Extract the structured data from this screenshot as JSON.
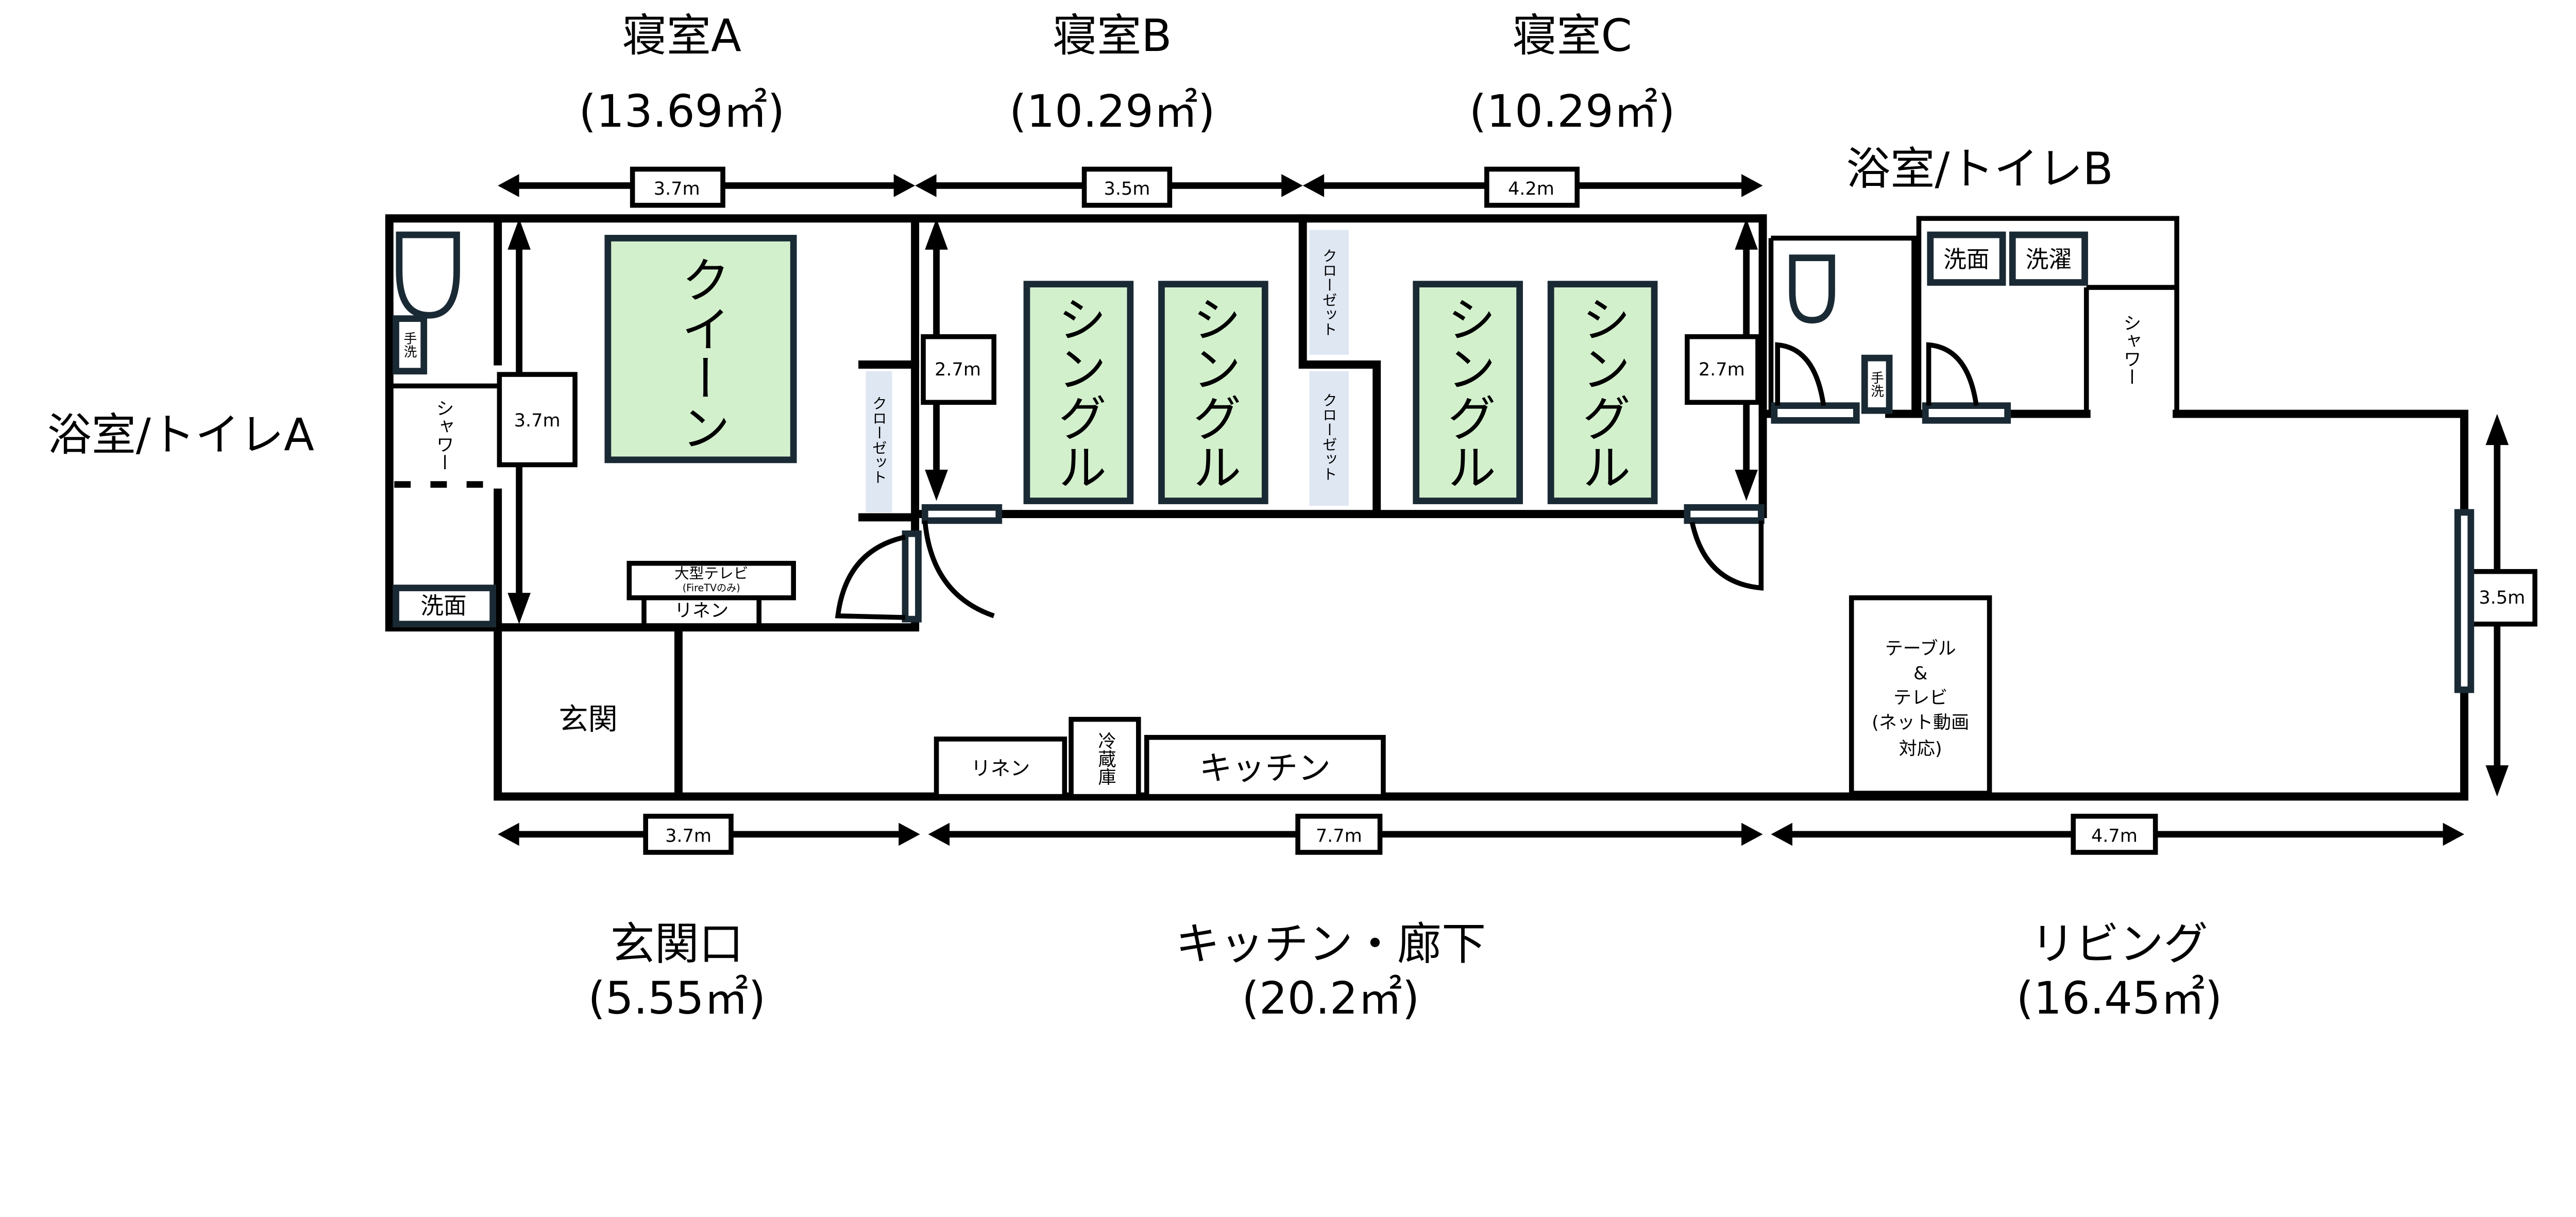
{
  "rooms": {
    "bedroom_a": {
      "name": "寝室A",
      "area": "(13.69㎡)"
    },
    "bedroom_b": {
      "name": "寝室B",
      "area": "(10.29㎡)"
    },
    "bedroom_c": {
      "name": "寝室C",
      "area": "(10.29㎡)"
    },
    "bath_a": {
      "name": "浴室/トイレA"
    },
    "bath_b": {
      "name": "浴室/トイレB"
    },
    "entrance": {
      "name": "玄関口",
      "area": "(5.55㎡)"
    },
    "kitchen_hall": {
      "name": "キッチン・廊下",
      "area": "(20.2㎡)"
    },
    "living": {
      "name": "リビング",
      "area": "(16.45㎡)"
    }
  },
  "dimensions": {
    "a_width": "3.7m",
    "b_width": "3.5m",
    "c_width": "4.2m",
    "a_depth": "3.7m",
    "b_depth": "2.7m",
    "c_depth": "2.7m",
    "entrance_width": "3.7m",
    "kitchen_width": "7.7m",
    "living_width": "4.7m",
    "living_depth": "3.5m"
  },
  "furniture": {
    "queen": "クイーン",
    "single": "シングル",
    "closet": "クローゼット",
    "tv_large": "大型テレビ",
    "tv_note": "(FireTVのみ)",
    "linen": "リネン",
    "washbasin": "洗面",
    "laundry": "洗濯",
    "shower": "シャワー",
    "handwash": "手洗",
    "genkan": "玄関",
    "fridge": "冷蔵庫",
    "kitchen": "キッチン",
    "table_lines": [
      "テーブル",
      "&",
      "テレビ",
      "(ネット動画",
      "対応)"
    ]
  },
  "colors": {
    "bed": "#d3f0cc",
    "closet": "#dfe7f3",
    "fixture": "#1a2a35"
  }
}
